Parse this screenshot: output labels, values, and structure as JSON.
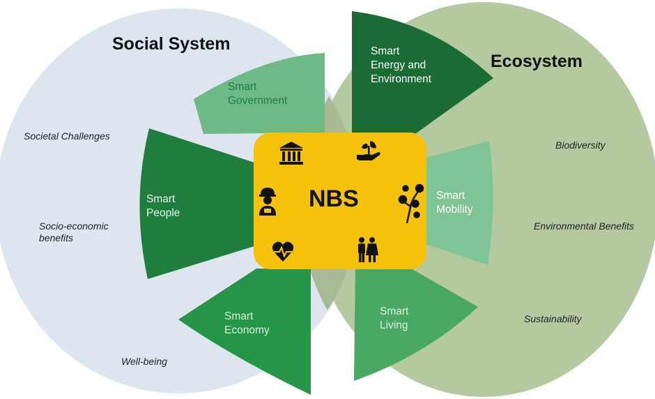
{
  "diagram": {
    "titles": {
      "social": "Social System",
      "eco": "Ecosystem"
    },
    "social_notes": [
      "Societal Challenges",
      "Socio-economic\nbenefits",
      "Well-being"
    ],
    "eco_notes": [
      "Biodiversity",
      "Environmental Benefits",
      "Sustainability"
    ],
    "center": "NBS",
    "segments": {
      "government": "Smart\nGovernment",
      "energy": "Smart\nEnergy and\nEnvironment",
      "mobility": "Smart\nMobility",
      "living": "Smart\nLiving",
      "economy": "Smart\nEconomy",
      "people": "Smart\nPeople"
    },
    "icons": [
      "bank-icon",
      "plant-in-hand-icon",
      "flower-branch-icon",
      "couple-icon",
      "heart-pulse-icon",
      "worker-icon"
    ],
    "colors": {
      "social_circle": "#dde6ef",
      "eco_circle": "#b5c9a1",
      "center_box": "#f5c20b",
      "dark_green": "#1a6b34",
      "medium_green": "#2e9a4c",
      "light_green": "#6dba84",
      "pale_green": "#a9d6b4"
    }
  }
}
